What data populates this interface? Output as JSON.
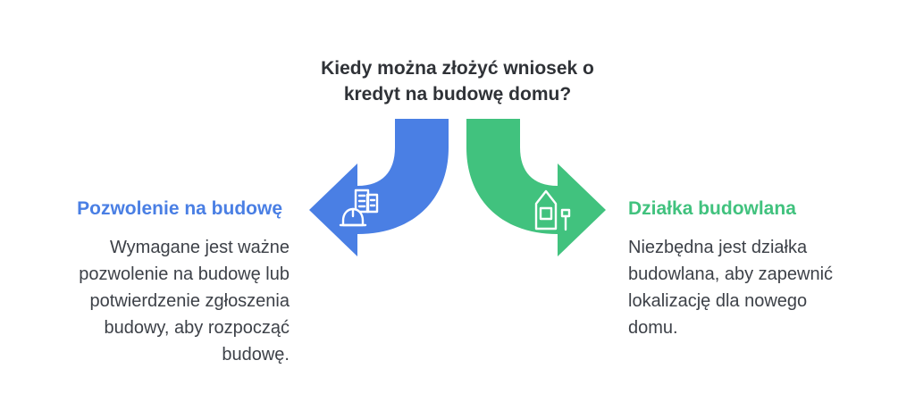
{
  "title": {
    "line1": "Kiedy można złożyć wniosek o",
    "line2": "kredyt na budowę domu?"
  },
  "left": {
    "heading": "Pozwolenie na budowę",
    "color": "#4a7fe4",
    "icon": "construction-permit-icon",
    "body_lines": [
      "Wymagane jest ważne",
      "pozwolenie na budowę lub",
      "potwierdzenie zgłoszenia",
      "budowy, aby rozpocząć",
      "budowę."
    ]
  },
  "right": {
    "heading": "Działka budowlana",
    "color": "#41c27e",
    "icon": "building-plot-icon",
    "body_lines": [
      "Niezbędna jest działka",
      "budowlana, aby zapewnić",
      "lokalizację dla nowego",
      "domu."
    ]
  }
}
